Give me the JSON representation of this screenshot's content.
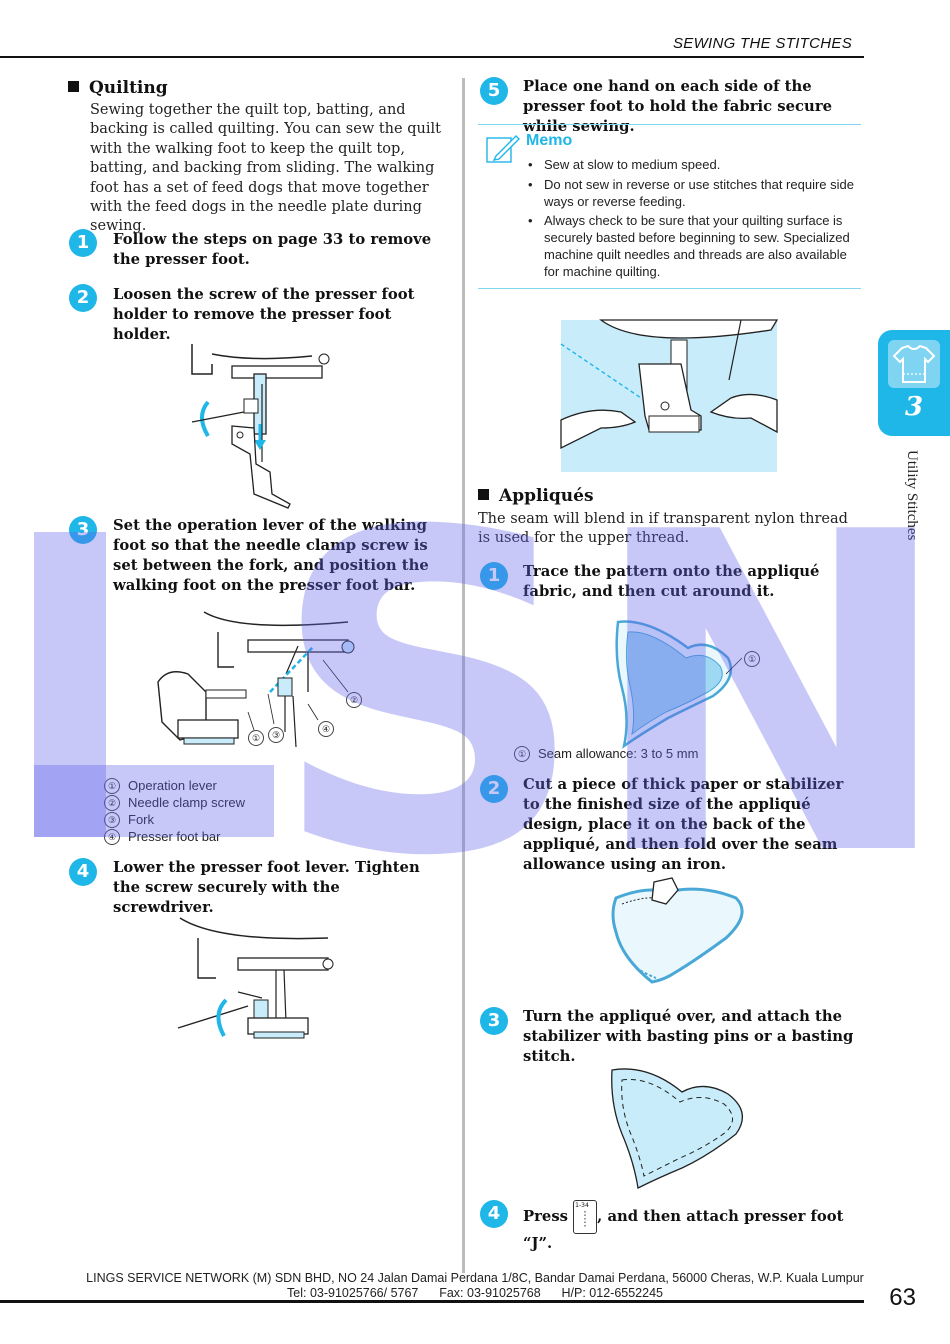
{
  "header": {
    "title": "SEWING THE STITCHES"
  },
  "watermark": {
    "text": "LSN"
  },
  "side_tab": {
    "chapter": "3",
    "label": "Utility Stitches",
    "icon": "shirt-icon"
  },
  "quilting": {
    "heading": "Quilting",
    "intro": "Sewing together the quilt top, batting, and backing is called quilting. You can sew the quilt with the walking foot to keep the quilt top, batting, and backing from sliding. The walking foot has a set of feed dogs that move together with the feed dogs in the needle plate during sewing.",
    "steps": [
      {
        "num": "1",
        "text": "Follow the steps on page 33 to remove the presser foot."
      },
      {
        "num": "2",
        "text": "Loosen the screw of the presser foot holder to remove the presser foot holder."
      },
      {
        "num": "3",
        "text": "Set the operation lever of the walking foot so that the needle clamp screw is set between the fork, and position the walking foot on the presser foot bar."
      },
      {
        "num": "4",
        "text": "Lower the presser foot lever. Tighten the screw securely with the screwdriver."
      },
      {
        "num": "5",
        "text": "Place one hand on each side of the presser foot to hold the fabric secure while sewing."
      }
    ],
    "legend": [
      {
        "n": "①",
        "label": "Operation lever"
      },
      {
        "n": "②",
        "label": "Needle clamp screw"
      },
      {
        "n": "③",
        "label": "Fork"
      },
      {
        "n": "④",
        "label": "Presser foot bar"
      }
    ],
    "callouts": [
      "①",
      "②",
      "③",
      "④"
    ]
  },
  "memo": {
    "title": "Memo",
    "items": [
      "Sew at slow to medium speed.",
      "Do not sew in reverse or use stitches that require side ways or reverse feeding.",
      "Always check to be sure that your quilting surface is securely basted before beginning to sew. Specialized machine quilt needles and threads are also available for machine quilting."
    ]
  },
  "appliques": {
    "heading": "Appliqués",
    "intro": "The seam will blend in if transparent nylon thread is used for the upper thread.",
    "steps": [
      {
        "num": "1",
        "text": "Trace the pattern onto the appliqué fabric, and then cut around it."
      },
      {
        "num": "2",
        "text": "Cut a piece of thick paper or stabilizer to the finished size of the appliqué design, place it on the back of the appliqué, and then fold over the seam allowance using an iron."
      },
      {
        "num": "3",
        "text": "Turn the appliqué over, and attach the stabilizer with basting pins or a basting stitch."
      }
    ],
    "step4": {
      "num": "4",
      "before": "Press",
      "after": ", and then attach presser foot “J”.",
      "key_label": "1-34"
    },
    "seam_note_num": "①",
    "seam_note": "Seam allowance: 3 to 5 mm"
  },
  "footer": {
    "line1": "LINGS SERVICE NETWORK (M) SDN BHD, NO 24 Jalan Damai Perdana 1/8C, Bandar Damai Perdana, 56000 Cheras, W.P. Kuala Lumpur",
    "line2": "Tel: 03-91025766/ 5767      Fax: 03-91025768      H/P: 012-6552245"
  },
  "page_number": "63",
  "colors": {
    "accent": "#1fb6e8",
    "fabric": "#c8ecfa",
    "watermark": "#6464eb"
  }
}
